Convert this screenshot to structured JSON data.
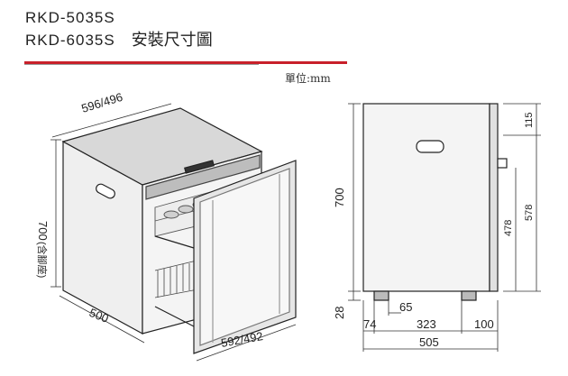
{
  "title": {
    "model_1": "RKD-5035S",
    "model_2": "RKD-6035S",
    "title_cn": "安裝尺寸圖",
    "unit": "單位:mm"
  },
  "iso_view": {
    "width_top": "596/496",
    "height": "700",
    "height_note": "(含腳座)",
    "depth": "500",
    "door_width": "592/492"
  },
  "side_view": {
    "height": "700",
    "top_gap": "115",
    "dim_578": "578",
    "dim_478": "478",
    "foot_height": "28",
    "foot_width": "65",
    "front_offset": "74",
    "foot_spacing": "323",
    "rear_offset": "100",
    "depth": "505"
  }
}
